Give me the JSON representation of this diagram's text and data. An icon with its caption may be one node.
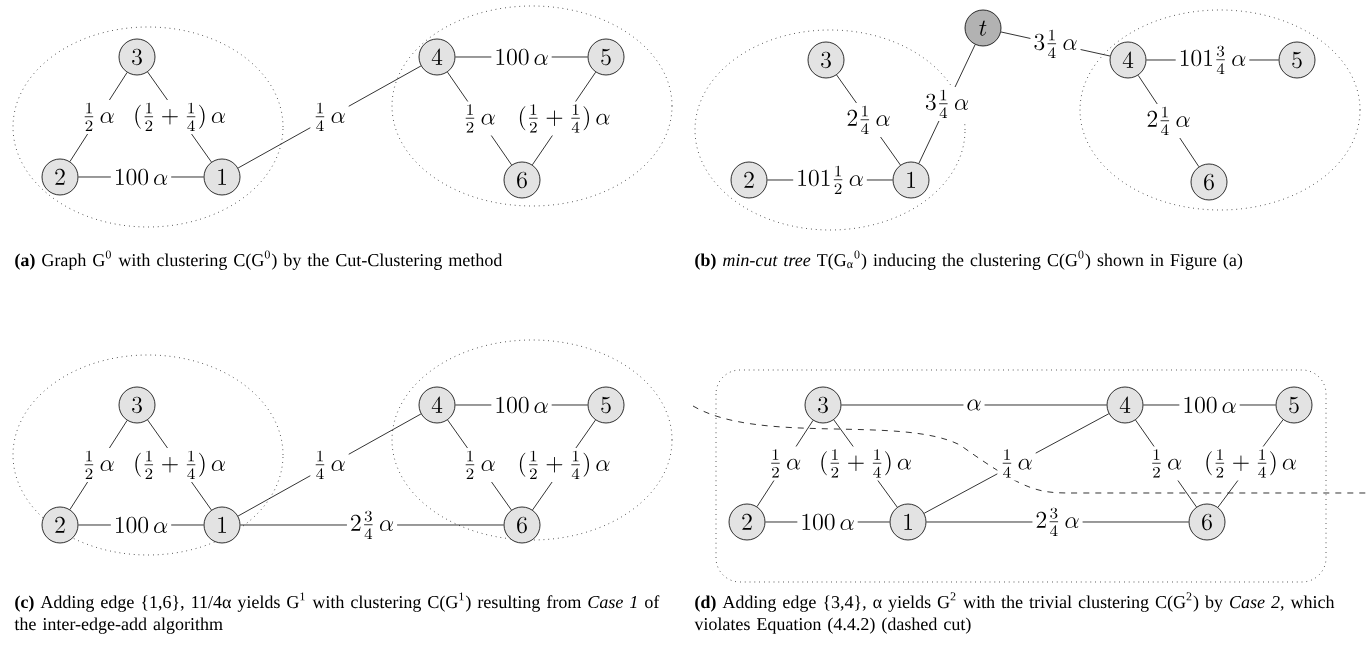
{
  "diagram": {
    "nodes": [
      {
        "text": [
          "3"
        ]
      },
      {
        "text": [
          "4"
        ]
      },
      {
        "text": [
          "5"
        ]
      },
      {
        "text": [
          "2"
        ]
      },
      {
        "text": [
          "1"
        ]
      },
      {
        "text": [
          "6"
        ]
      },
      {
        "text": [
          "t"
        ]
      },
      {
        "text": [
          "3"
        ]
      },
      {
        "text": [
          "4"
        ]
      },
      {
        "text": [
          "5"
        ]
      },
      {
        "text": [
          "2"
        ]
      },
      {
        "text": [
          "1"
        ]
      },
      {
        "text": [
          "6"
        ]
      },
      {
        "text": [
          "3"
        ]
      },
      {
        "text": [
          "4"
        ]
      },
      {
        "text": [
          "5"
        ]
      },
      {
        "text": [
          "2"
        ]
      },
      {
        "text": [
          "1"
        ]
      },
      {
        "text": [
          "6"
        ]
      },
      {
        "text": [
          "3"
        ]
      },
      {
        "text": [
          "4"
        ]
      },
      {
        "text": [
          "5"
        ]
      },
      {
        "text": [
          "2"
        ]
      },
      {
        "text": [
          "1"
        ]
      },
      {
        "text": [
          "6"
        ]
      }
    ],
    "edges": [
      {
        "from": 0,
        "to": 3,
        "arrow": "none",
        "label": "\\frac{1}{2}\\,\\alpha"
      },
      {
        "from": 0,
        "to": 4,
        "arrow": "none",
        "label": "(\\frac{1}{2}+\\frac{1}{4})\\,\\alpha"
      },
      {
        "from": 1,
        "to": 2,
        "arrow": "none",
        "label": "100\\,\\alpha"
      },
      {
        "from": 4,
        "to": 1,
        "arrow": "none",
        "label": "\\frac{1}{4}\\,\\alpha"
      },
      {
        "from": 1,
        "to": 5,
        "arrow": "none",
        "label": "\\frac{1}{2}\\,\\alpha"
      },
      {
        "from": 2,
        "to": 5,
        "arrow": "none",
        "label": "(\\frac{1}{2}+\\frac{1}{4})\\,\\alpha"
      },
      {
        "from": 3,
        "to": 4,
        "arrow": "none",
        "label": "100\\,\\alpha"
      },
      {
        "from": 11,
        "to": 6,
        "arrow": "none",
        "label": "3\\frac{1}{4}\\,\\alpha"
      },
      {
        "from": 6,
        "to": 8,
        "arrow": "none",
        "label": "3\\frac{1}{4}\\,\\alpha"
      },
      {
        "from": 7,
        "to": 11,
        "arrow": "none",
        "label": "2\\frac{1}{4}\\,\\alpha"
      },
      {
        "from": 8,
        "to": 9,
        "arrow": "none",
        "label": "101\\frac{3}{4}\\,\\alpha"
      },
      {
        "from": 8,
        "to": 12,
        "arrow": "none",
        "label": "2\\frac{1}{4}\\,\\alpha"
      },
      {
        "from": 10,
        "to": 11,
        "arrow": "none",
        "label": "101\\frac{1}{2}\\,\\alpha"
      },
      {
        "from": 13,
        "to": 16,
        "arrow": "none",
        "label": "\\frac{1}{2}\\,\\alpha"
      },
      {
        "from": 13,
        "to": 17,
        "arrow": "none",
        "label": "(\\frac{1}{2}+\\frac{1}{4})\\,\\alpha"
      },
      {
        "from": 14,
        "to": 15,
        "arrow": "none",
        "label": "100\\,\\alpha"
      },
      {
        "from": 17,
        "to": 14,
        "arrow": "none",
        "label": "\\frac{1}{4}\\,\\alpha"
      },
      {
        "from": 14,
        "to": 18,
        "arrow": "none",
        "label": "\\frac{1}{2}\\,\\alpha"
      },
      {
        "from": 15,
        "to": 18,
        "arrow": "none",
        "label": "(\\frac{1}{2}+\\frac{1}{4})\\,\\alpha"
      },
      {
        "from": 16,
        "to": 17,
        "arrow": "none",
        "label": "100\\,\\alpha"
      },
      {
        "from": 17,
        "to": 18,
        "arrow": "none",
        "label": "2\\frac{3}{4}\\,\\alpha"
      },
      {
        "from": 19,
        "to": 20,
        "arrow": "none",
        "label": "\\alpha"
      },
      {
        "from": 20,
        "to": 21,
        "arrow": "none",
        "label": "100\\,\\alpha"
      },
      {
        "from": 19,
        "to": 22,
        "arrow": "none",
        "label": "\\frac{1}{2}\\,\\alpha"
      },
      {
        "from": 19,
        "to": 23,
        "arrow": "none",
        "label": "(\\frac{1}{2}+\\frac{1}{4})\\,\\alpha"
      },
      {
        "from": 23,
        "to": 20,
        "arrow": "none",
        "label": "\\frac{1}{4}\\,\\alpha"
      },
      {
        "from": 20,
        "to": 24,
        "arrow": "none",
        "label": "\\frac{1}{2}\\,\\alpha"
      },
      {
        "from": 21,
        "to": 24,
        "arrow": "none",
        "label": "(\\frac{1}{2}+\\frac{1}{4})\\,\\alpha"
      },
      {
        "from": 22,
        "to": 23,
        "arrow": "none",
        "label": "100\\,\\alpha"
      },
      {
        "from": 23,
        "to": 24,
        "arrow": "none",
        "label": "2\\frac{3}{4}\\,\\alpha"
      }
    ],
    "labels": [
      "**(a)** Graph G$^{0}$ with clustering C(G$^{0}$) by the Cut-Clustering method",
      "**(b)** *min-cut tree* T(G$_{α}$$^{0}$) inducing the clustering C(G$^{0}$) shown in Figure (a)",
      "**(c)** Adding edge {1,6}, 11/4α yields G$^{1}$ with clustering C(G$^{1}$) resulting from *Case 1* of the inter-edge-add algorithm",
      "**(d)** Adding edge {3,4}, α yields G$^{2}$ with the trivial clustering C(G$^{2}$) by *Case 2*, which violates Equation (4.4.2) (dashed cut)"
    ]
  }
}
